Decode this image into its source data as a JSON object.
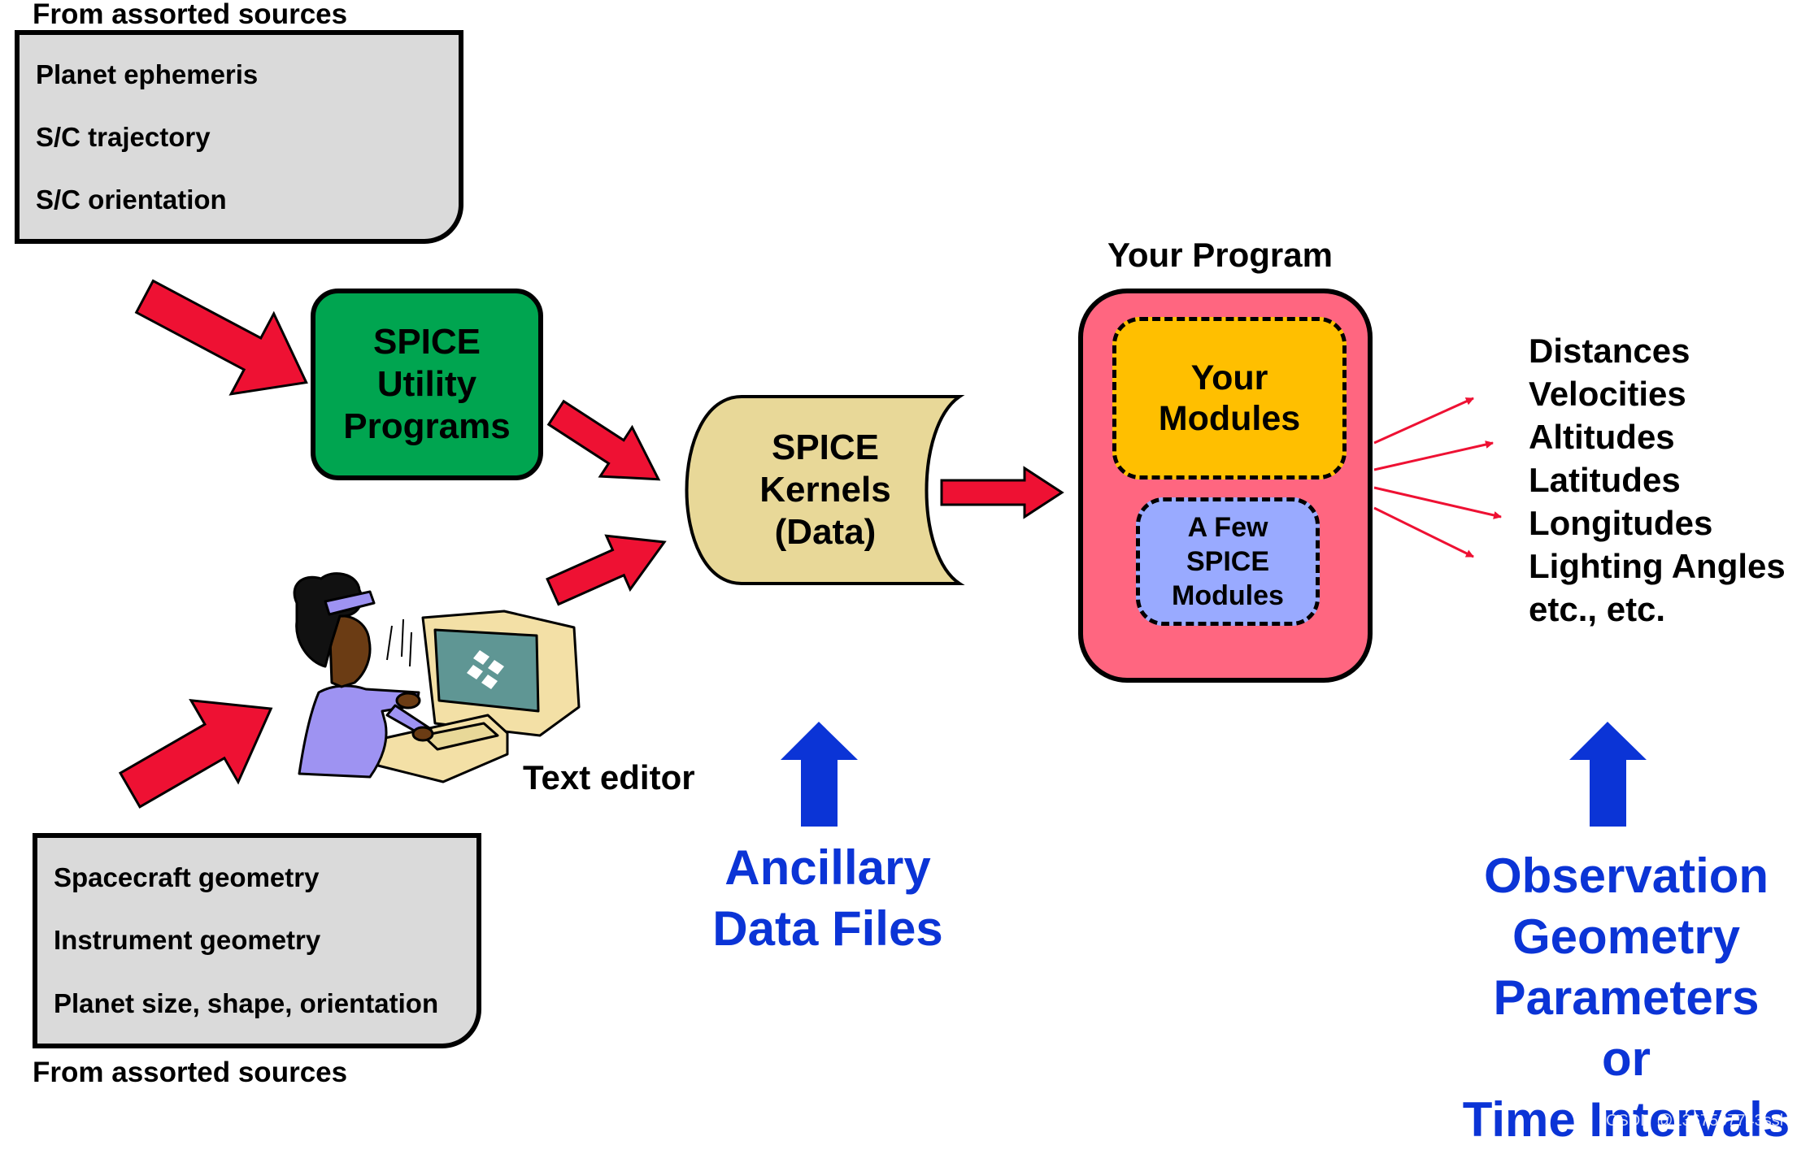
{
  "top_source": {
    "caption": "From assorted sources",
    "items": [
      "Planet ephemeris",
      "S/C trajectory",
      "S/C orientation"
    ]
  },
  "bottom_source": {
    "caption": "From assorted sources",
    "items": [
      "Spacecraft geometry",
      "Instrument geometry",
      "Planet size, shape, orientation"
    ]
  },
  "utility_programs": {
    "lines": [
      "SPICE",
      "Utility",
      "Programs"
    ]
  },
  "text_editor": {
    "label": "Text editor"
  },
  "kernels": {
    "lines": [
      "SPICE",
      "Kernels",
      "(Data)"
    ]
  },
  "program": {
    "title": "Your Program",
    "your_modules": [
      "Your",
      "Modules"
    ],
    "few_modules": [
      "A Few",
      "SPICE",
      "Modules"
    ]
  },
  "outputs": [
    "Distances",
    "Velocities",
    "Altitudes",
    "Latitudes",
    "Longitudes",
    "Lighting Angles",
    "etc., etc."
  ],
  "ancillary_label": [
    "Ancillary",
    "Data Files"
  ],
  "observation_label": [
    "Observation",
    "Geometry",
    "Parameters",
    "or",
    "Time Intervals"
  ],
  "watermark": "CSDN @1367507743ssl",
  "colors": {
    "red_arrow": "#ee1133",
    "blue_arrow": "#0b34d6",
    "utility_box": "#00a550",
    "kernel_fill": "#e8d898",
    "program_box": "#ff6680",
    "your_modules": "#ffbf00",
    "few_modules": "#99aaff",
    "source_box": "#dadada"
  }
}
